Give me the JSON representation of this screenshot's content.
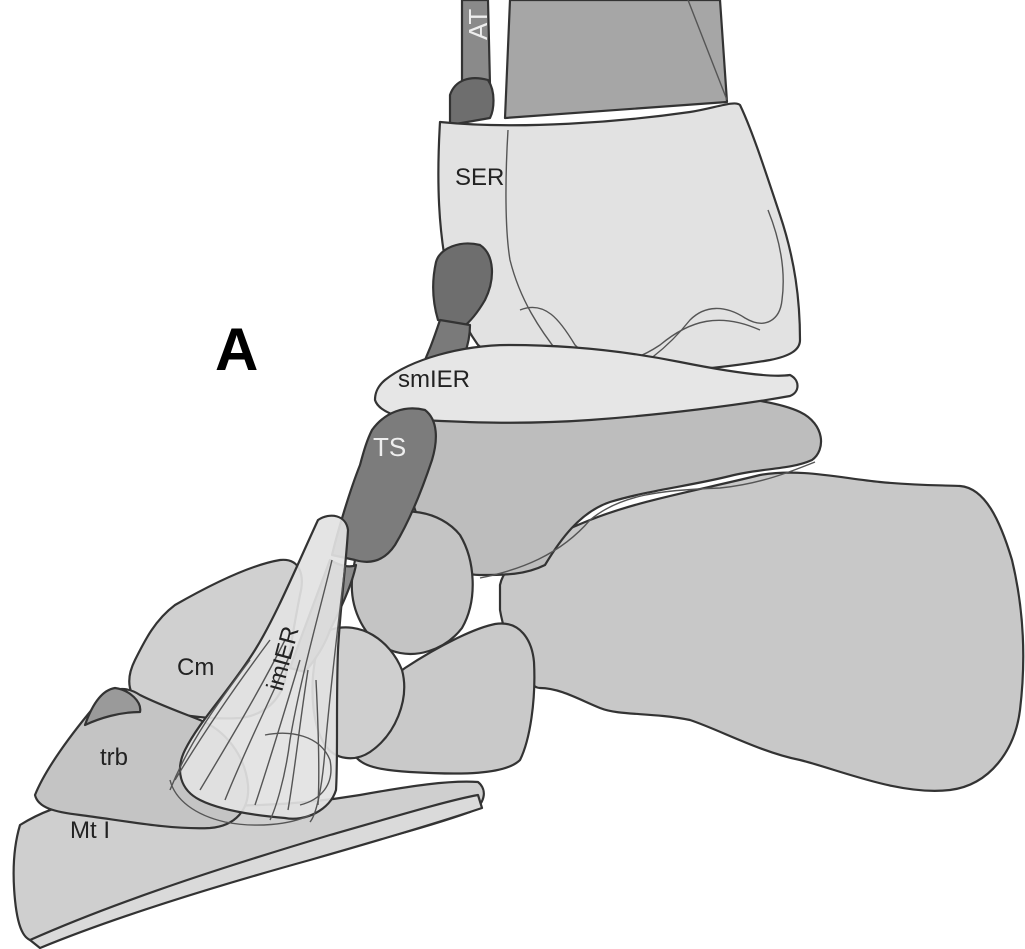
{
  "figure": {
    "panel_letter": "A",
    "labels": {
      "at": "AT",
      "ser": "SER",
      "smier": "smIER",
      "ts": "TS",
      "imier": "imIER",
      "cm": "Cm",
      "trb": "trb",
      "mt": "Mt I"
    },
    "colors": {
      "background": "#ffffff",
      "outline": "#333333",
      "bone_light": "#d2d2d2",
      "bone_mid": "#bcbcbc",
      "bone_dark": "#a9a9a9",
      "retinaculum": "#e4e4e4",
      "tendon": "#7e7e7e",
      "tendon_dark": "#6a6a6a"
    }
  }
}
